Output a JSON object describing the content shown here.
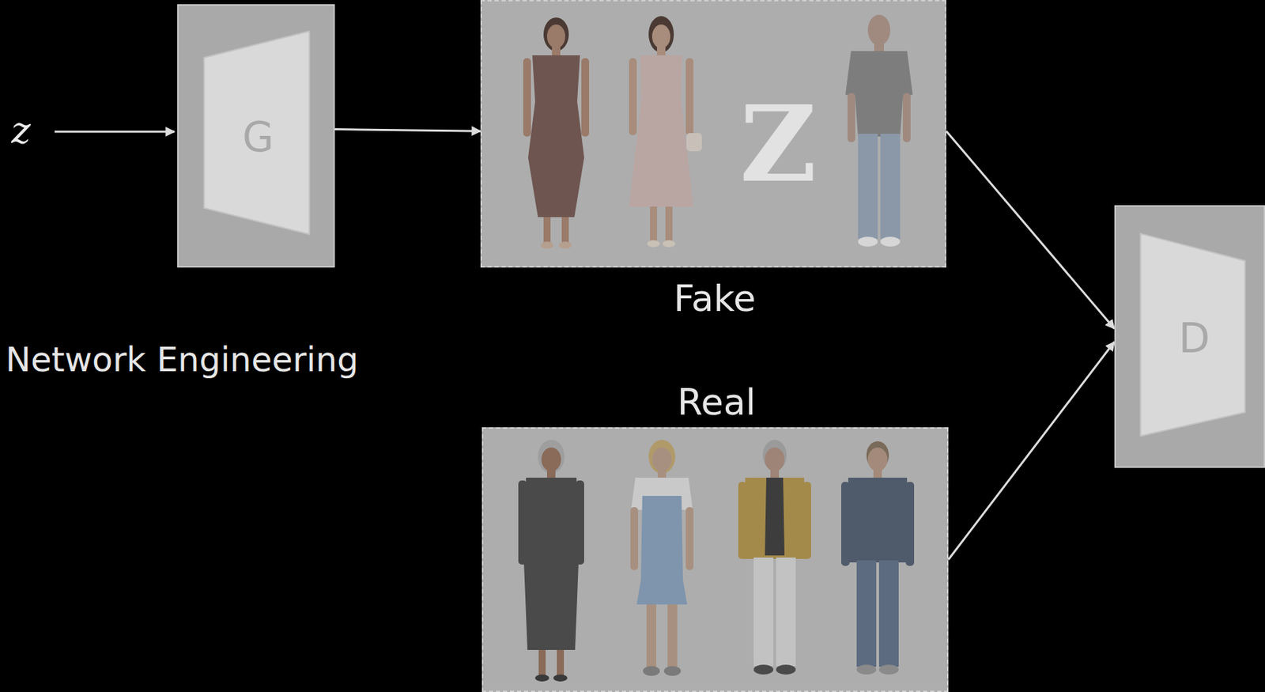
{
  "diagram": {
    "nodes": [
      {
        "text": [
          "G"
        ]
      },
      {
        "text": [
          "Fake"
        ]
      },
      {
        "text": [
          "Real"
        ]
      },
      {
        "text": [
          "D"
        ]
      }
    ],
    "edges": [
      {
        "from": 0,
        "to": 1,
        "arrow": "to"
      },
      {
        "from": 1,
        "to": 3,
        "arrow": "to"
      },
      {
        "from": 2,
        "to": 3,
        "arrow": "to"
      }
    ],
    "labels": [
      "z",
      "Network Engineering",
      "Z"
    ]
  }
}
